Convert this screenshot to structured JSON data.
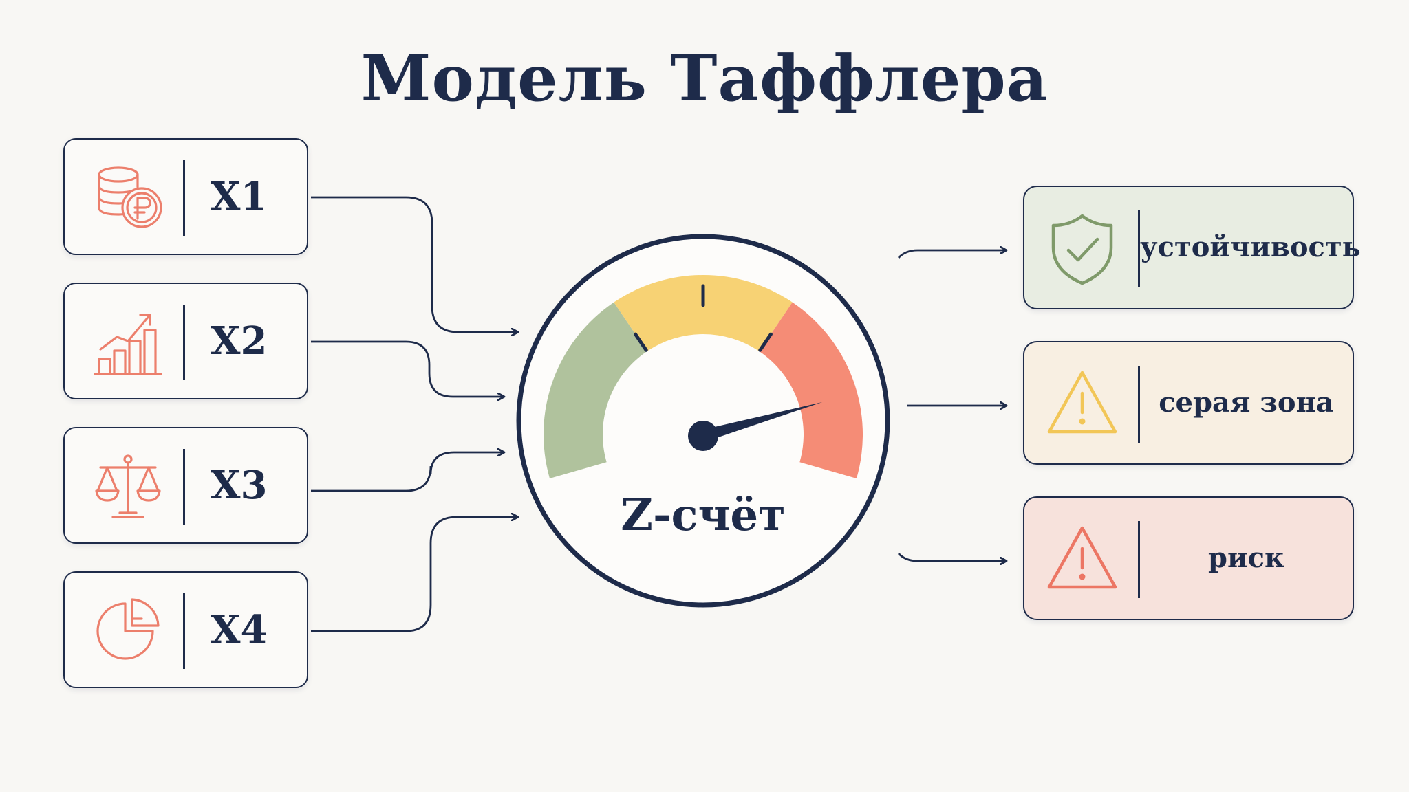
{
  "title": "Модель Таффлера",
  "inputs": [
    {
      "label": "X1",
      "icon": "coins-ruble-icon"
    },
    {
      "label": "X2",
      "icon": "growth-bar-chart-icon"
    },
    {
      "label": "X3",
      "icon": "balance-scale-icon"
    },
    {
      "label": "X4",
      "icon": "pie-chart-icon"
    }
  ],
  "gauge": {
    "label": "Z-счёт",
    "zones": [
      {
        "name": "stability",
        "color": "#b0c29d"
      },
      {
        "name": "grey",
        "color": "#f7d274"
      },
      {
        "name": "risk",
        "color": "#f58c76"
      }
    ],
    "needle_value": 0.85
  },
  "outcomes": [
    {
      "label": "устойчивость",
      "icon": "shield-check-icon",
      "bg": "#e8ede2",
      "accent": "#7f9a6a"
    },
    {
      "label": "серая зона",
      "icon": "warning-triangle-icon",
      "bg": "#f8efe2",
      "accent": "#f2c657"
    },
    {
      "label": "риск",
      "icon": "warning-triangle-icon",
      "bg": "#f7e2dc",
      "accent": "#ec7664"
    }
  ],
  "colors": {
    "ink": "#1e2b4a",
    "icon_coral": "#ec7f6c",
    "background": "#f8f7f4"
  }
}
